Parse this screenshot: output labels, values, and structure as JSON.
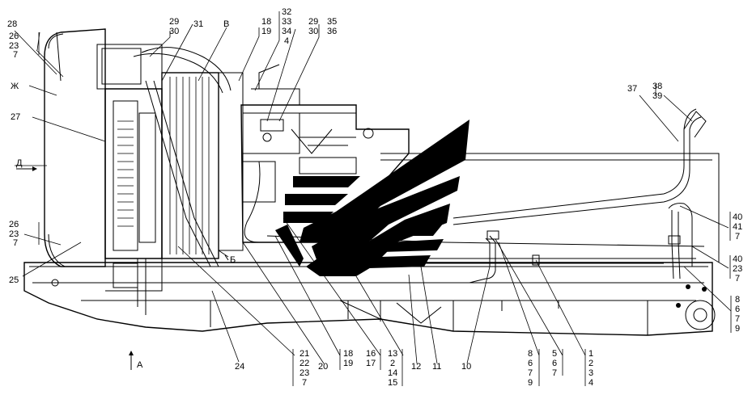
{
  "callouts": {
    "c28": "28",
    "c26_23_7_top": [
      "26",
      "23",
      "7"
    ],
    "c29_30_left": [
      "29",
      "30"
    ],
    "c31": "31",
    "cV": "В",
    "c18_19": [
      "18",
      "19"
    ],
    "c32_33_34_4": [
      "32",
      "33",
      "34",
      "4"
    ],
    "c29_30_right": [
      "29",
      "30"
    ],
    "c35_36": [
      "35",
      "36"
    ],
    "cZh": "Ж",
    "c27": "27",
    "cD": "Д",
    "c26_23_7_bottom": [
      "26",
      "23",
      "7"
    ],
    "c25": "25",
    "cB": "Б",
    "c37": "37",
    "c38_39": [
      "38",
      "39"
    ],
    "c40_41_7": [
      "40",
      "41",
      "7"
    ],
    "c40_23_7": [
      "40",
      "23",
      "7"
    ],
    "c8_6_7_9_right": [
      "8",
      "6",
      "7",
      "9"
    ],
    "cA": "А",
    "c24": "24",
    "c21_22_23_7": [
      "21",
      "22",
      "23",
      "7"
    ],
    "c20": "20",
    "c18_19_bottom": [
      "18",
      "19"
    ],
    "c16_17": [
      "16",
      "17"
    ],
    "c13_2_14_15": [
      "13",
      "2",
      "14",
      "15"
    ],
    "c12": "12",
    "c11": "11",
    "c10": "10",
    "c8_6_7_9_bottom": [
      "8",
      "6",
      "7",
      "9"
    ],
    "c5_6_7": [
      "5",
      "6",
      "7"
    ],
    "c1_2_3_4": [
      "1",
      "2",
      "3",
      "4"
    ]
  }
}
